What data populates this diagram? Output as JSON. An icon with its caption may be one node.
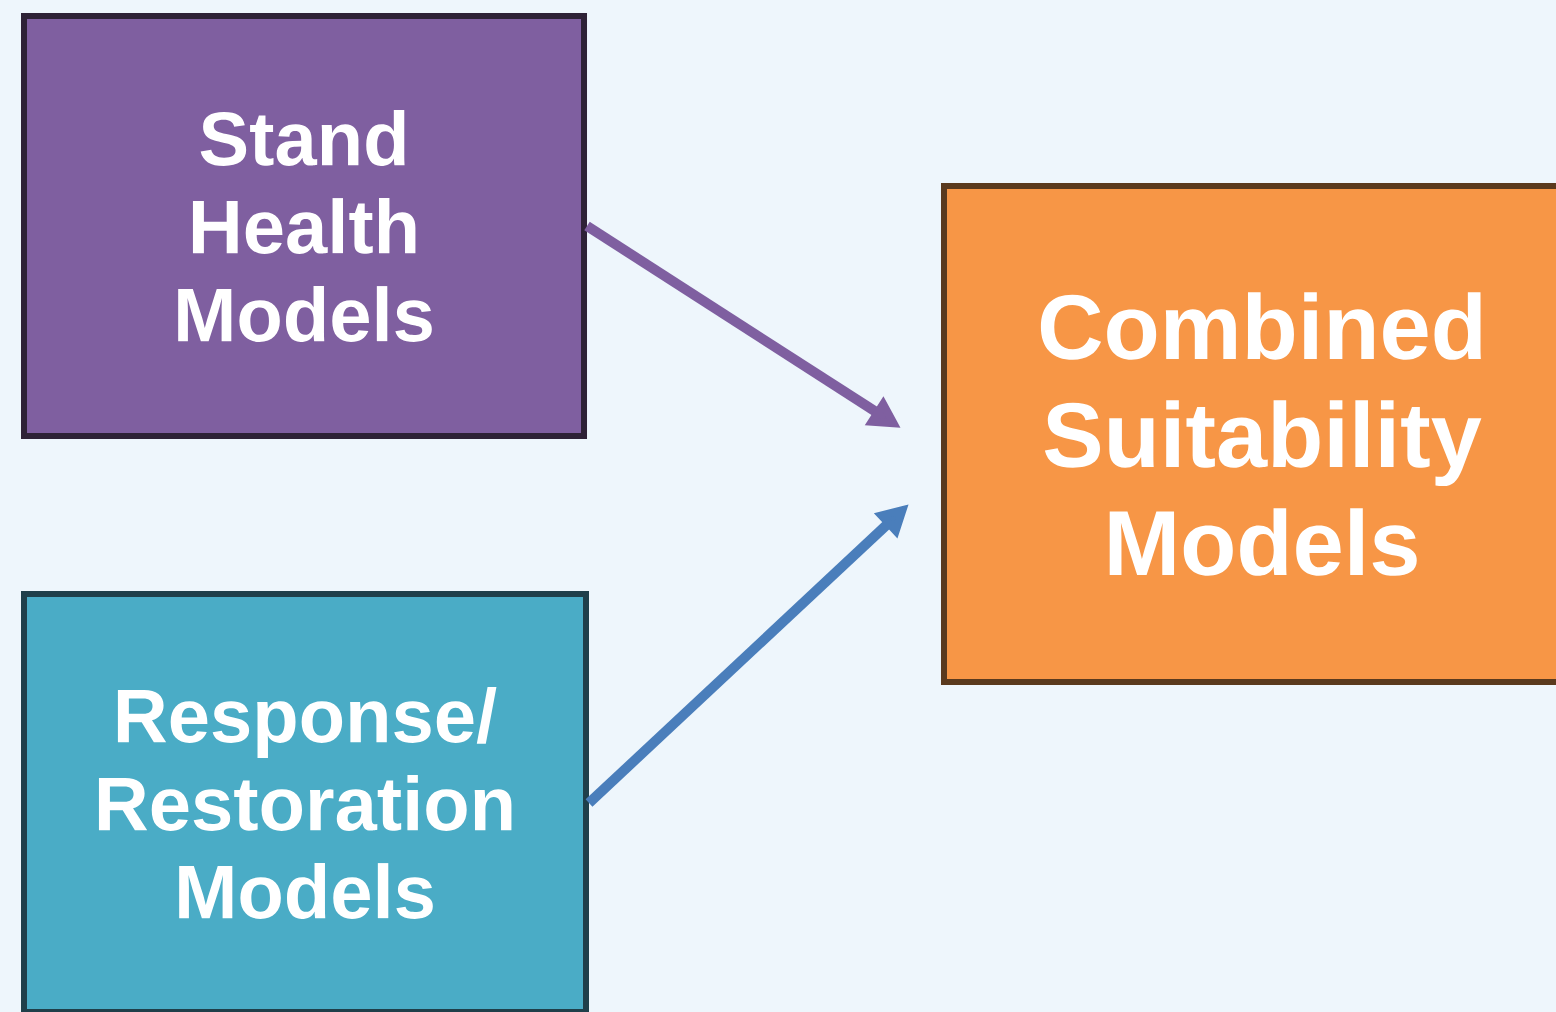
{
  "diagram": {
    "nodes": [
      {
        "text": [
          "Stand Health Models"
        ]
      },
      {
        "text": [
          "Response/ Restoration Models"
        ]
      },
      {
        "text": [
          "Combined Suitability Models"
        ]
      }
    ],
    "edges": [
      {
        "from": 0,
        "to": 2,
        "arrow": "to",
        "color": "#7f5fa0"
      },
      {
        "from": 1,
        "to": 2,
        "arrow": "to",
        "color": "#4a7ebb"
      }
    ]
  }
}
